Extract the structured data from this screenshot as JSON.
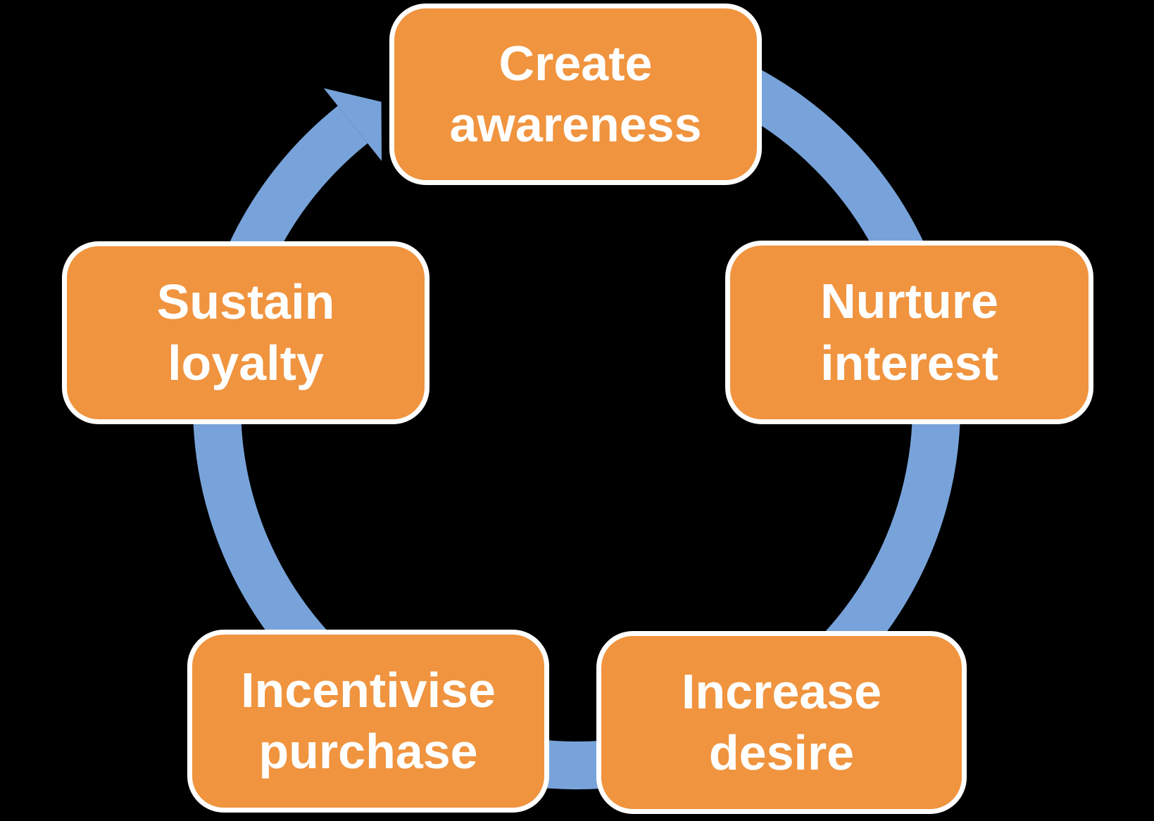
{
  "diagram": {
    "type": "cycle-diagram",
    "direction": "clockwise",
    "steps": [
      {
        "id": "create-awareness",
        "line1": "Create",
        "line2": "awareness"
      },
      {
        "id": "nurture-interest",
        "line1": "Nurture",
        "line2": "interest"
      },
      {
        "id": "increase-desire",
        "line1": "Increase",
        "line2": "desire"
      },
      {
        "id": "incentivise-purchase",
        "line1": "Incentivise",
        "line2": "purchase"
      },
      {
        "id": "sustain-loyalty",
        "line1": "Sustain",
        "line2": "loyalty"
      }
    ]
  },
  "colors": {
    "box_fill": "#F0943F",
    "box_border": "#FFFFFF",
    "text": "#FFFFFF",
    "arrow": "#78A3DA",
    "background": "#000000"
  }
}
